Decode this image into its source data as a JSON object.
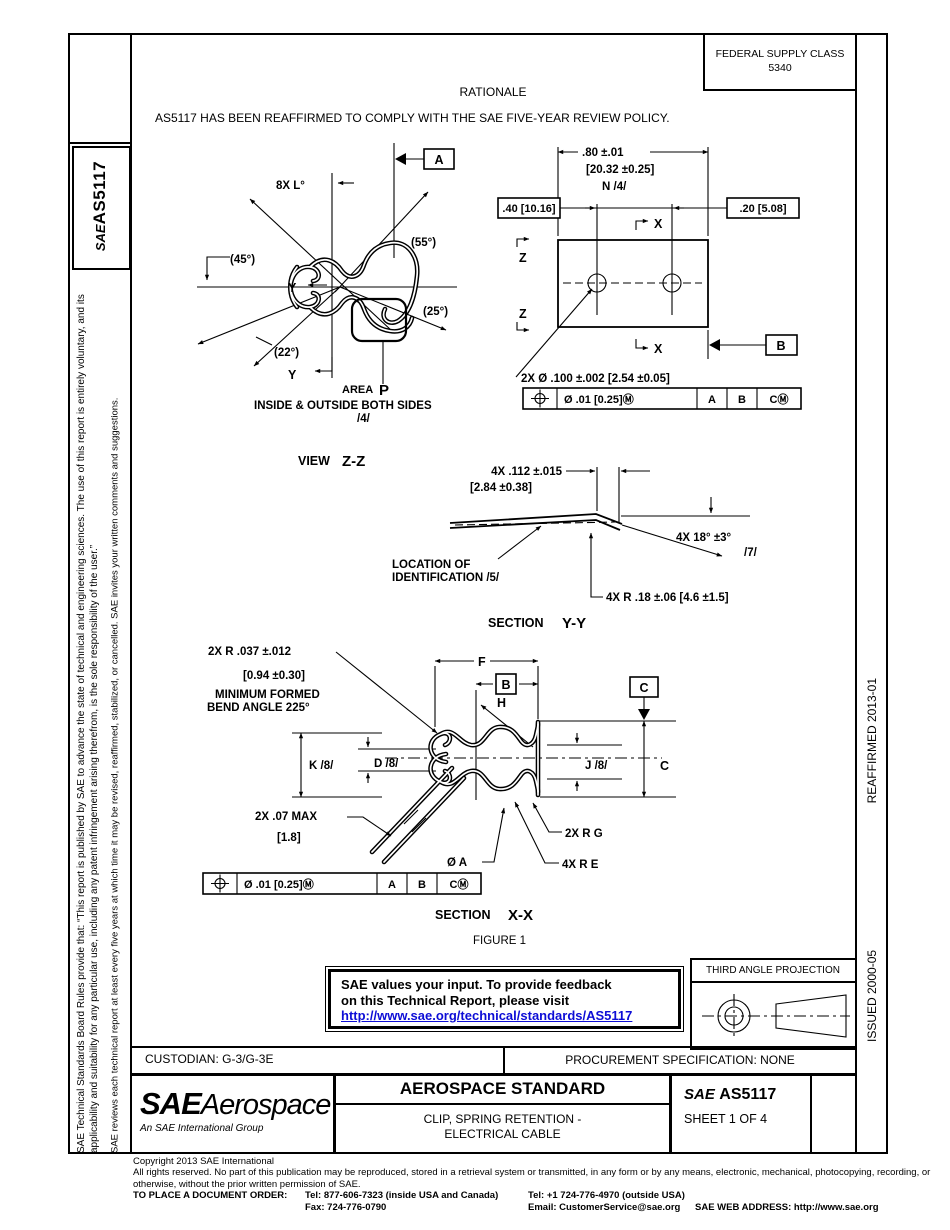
{
  "header": {
    "fsc1": "FEDERAL SUPPLY CLASS",
    "fsc2": "5340",
    "rationale_title": "RATIONALE",
    "rationale_text": "AS5117 HAS BEEN REAFFIRMED TO COMPLY WITH THE SAE FIVE-YEAR REVIEW POLICY."
  },
  "left_sidebar": {
    "logo_sae": "SAE",
    "logo_number": "AS5117",
    "board_rules": "SAE Technical Standards Board Rules provide that: “This report is published by SAE to advance the state of technical and engineering sciences. The use of this report is entirely voluntary, and its applicability and suitability for any particular use, including any patent infringement arising therefrom, is the sole responsibility of the user.”",
    "review_note": "SAE reviews each technical report at least every five years at which time it may be revised, reaffirmed, stabilized, or cancelled. SAE invites your written comments and suggestions."
  },
  "right_sidebar": {
    "issued": "ISSUED 2000-05",
    "reaffirmed": "REAFFIRMED 2013-01"
  },
  "drawing": {
    "labels": {
      "l8x": "8X L°",
      "a45": "(45°)",
      "a55": "(55°)",
      "a25": "(25°)",
      "a22": "(22°)",
      "y1": "Y",
      "y2": "Y",
      "datum_a": "A",
      "datum_b": "B",
      "datum_c": "C",
      "area": "AREA",
      "areap": "P",
      "inside": "INSIDE & OUTSIDE BOTH SIDES",
      "note4": "/4/",
      "d80": ".80 ±.01",
      "d80m": "[20.32 ±0.25]",
      "n4": "N /4/",
      "d40": ".40 [10.16]",
      "d20": ".20 [5.08]",
      "zt": "Z",
      "zb": "Z",
      "xt": "X",
      "xb": "X",
      "holes": "2X Ø .100 ±.002 [2.54 ±0.05]",
      "fcf_tol": "Ø .01 [0.25]Ⓜ",
      "fcf_a": "A",
      "fcf_b": "B",
      "fcf_c": "CⓂ",
      "view_w": "VIEW",
      "zz": "Z-Z",
      "d112": "4X .112 ±.015",
      "d112m": "[2.84 ±0.38]",
      "a18": "4X 18° ±3°",
      "note7": "/7/",
      "loc1": "LOCATION OF",
      "loc2": "IDENTIFICATION /5/",
      "r18": "4X R .18 ±.06 [4.6 ±1.5]",
      "sec_w": "SECTION",
      "yy": "Y-Y",
      "xx": "X-X",
      "r037": "2X R .037 ±.012",
      "r037m": "[0.94 ±0.30]",
      "min1": "MINIMUM FORMED",
      "min2": "BEND ANGLE 225°",
      "dim_f": "F",
      "dim_b": "B",
      "dim_h": "H",
      "dim_c": "C",
      "dim_k": "K /8/",
      "dim_d": "D /8/",
      "dim_j": "J /8/",
      "d07": "2X .07 MAX",
      "d07m": "[1.8]",
      "rg": "2X R G",
      "re": "4X R E",
      "dia": "Ø A",
      "fig": "FIGURE 1"
    }
  },
  "feedback": {
    "line1": "SAE values your input. To provide feedback",
    "line2": "on this Technical Report, please visit",
    "link": "http://www.sae.org/technical/standards/AS5117"
  },
  "projection": {
    "label": "THIRD ANGLE PROJECTION"
  },
  "title_block": {
    "custodian": "CUSTODIAN: G-3/G-3E",
    "procurement": "PROCUREMENT SPECIFICATION: NONE",
    "logo_sae": "SAE",
    "logo_aero": "Aerospace",
    "logo_tagline": "An SAE International Group",
    "doc_type": "AEROSPACE STANDARD",
    "title1": "CLIP, SPRING RETENTION -",
    "title2": "ELECTRICAL CABLE",
    "doc_sae": "SAE",
    "doc_number": "AS5117",
    "sheet": "SHEET 1 OF 4"
  },
  "footer": {
    "copyright1": "Copyright 2013 SAE International",
    "copyright2": "All rights reserved. No part of this publication may be reproduced, stored in a retrieval system or transmitted, in any form or by any means, electronic, mechanical, photocopying, recording, or otherwise, without the prior written permission of SAE.",
    "order_label": "TO PLACE A DOCUMENT ORDER:",
    "tel1": "Tel: 877-606-7323 (inside USA and Canada)",
    "tel2": "Tel: +1 724-776-4970 (outside USA)",
    "fax": "Fax: 724-776-0790",
    "email": "Email: CustomerService@sae.org",
    "web": "SAE WEB ADDRESS: http://www.sae.org"
  }
}
